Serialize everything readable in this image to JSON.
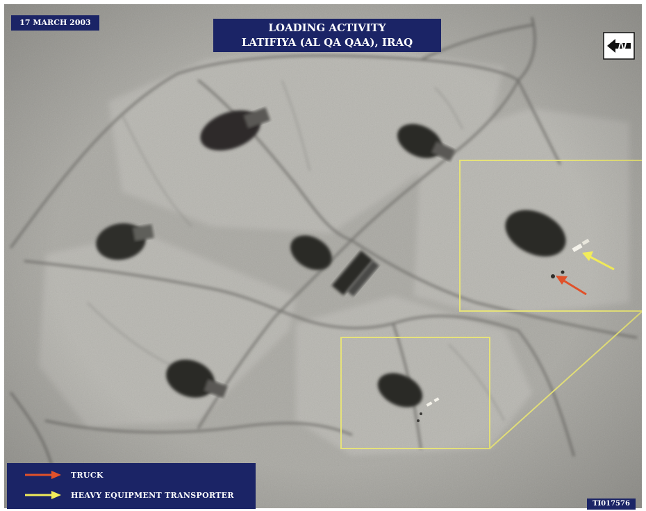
{
  "header": {
    "date": "17 MARCH 2003",
    "title_line1": "LOADING ACTIVITY",
    "title_line2": "LATIFIYA (AL QA QAA), IRAQ"
  },
  "legend": {
    "items": [
      {
        "label": "TRUCK",
        "color": "#e0512a"
      },
      {
        "label": "HEAVY EQUIPMENT TRANSPORTER",
        "color": "#f2ec5a"
      }
    ]
  },
  "footer": {
    "image_id": "TI017576"
  },
  "colors": {
    "inset_outline": "#e6e27a",
    "label_background": "#1b2466",
    "ground": "#a9a8a2"
  },
  "icons": {
    "north_arrow": "north-arrow-icon"
  }
}
